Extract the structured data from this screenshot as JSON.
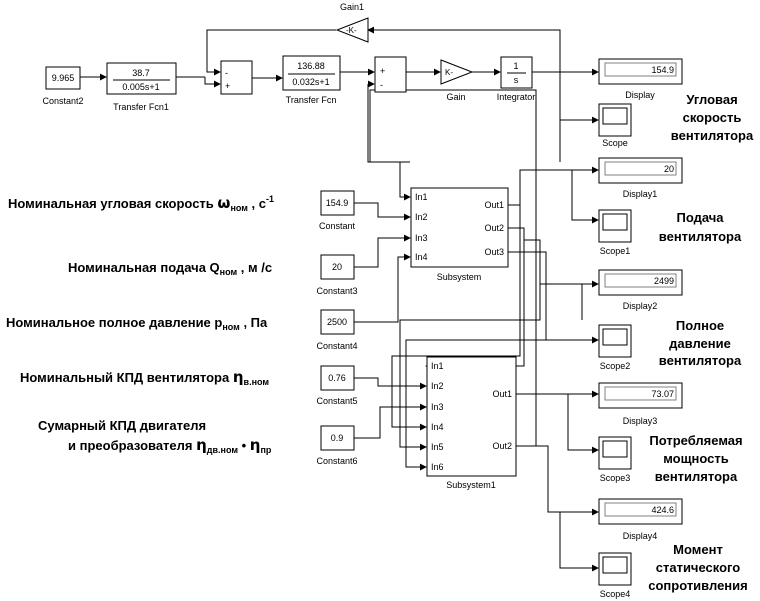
{
  "blocks": {
    "constant2": {
      "value": "9.965",
      "label": "Constant2"
    },
    "transfer_fcn1": {
      "num": "38.7",
      "den": "0.005s+1",
      "label": "Transfer Fcn1"
    },
    "sum1": {
      "sign_top": "-",
      "sign_bottom": "+"
    },
    "transfer_fcn": {
      "num": "136.88",
      "den": "0.032s+1",
      "label": "Transfer Fcn"
    },
    "sum2": {
      "sign_top": "+",
      "sign_bottom": "-"
    },
    "gain": {
      "value": "K-",
      "label": "Gain"
    },
    "gain1": {
      "value": "-K-",
      "label": "Gain1"
    },
    "integrator": {
      "num": "1",
      "den": "s",
      "label": "Integrator"
    },
    "display": {
      "value": "154.9",
      "label": "Display"
    },
    "scope": {
      "label": "Scope"
    },
    "display1": {
      "value": "20",
      "label": "Display1"
    },
    "scope1": {
      "label": "Scope1"
    },
    "display2": {
      "value": "2499",
      "label": "Display2"
    },
    "scope2": {
      "label": "Scope2"
    },
    "display3": {
      "value": "73.07",
      "label": "Display3"
    },
    "scope3": {
      "label": "Scope3"
    },
    "display4": {
      "value": "424.6",
      "label": "Display4"
    },
    "scope4": {
      "label": "Scope4"
    },
    "constant": {
      "value": "154.9",
      "label": "Constant"
    },
    "constant3": {
      "value": "20",
      "label": "Constant3"
    },
    "constant4": {
      "value": "2500",
      "label": "Constant4"
    },
    "constant5": {
      "value": "0.76",
      "label": "Constant5"
    },
    "constant6": {
      "value": "0.9",
      "label": "Constant6"
    },
    "subsystem": {
      "label": "Subsystem",
      "inputs": [
        "In1",
        "In2",
        "In3",
        "In4"
      ],
      "outputs": [
        "Out1",
        "Out2",
        "Out3"
      ]
    },
    "subsystem1": {
      "label": "Subsystem1",
      "inputs": [
        "In1",
        "In2",
        "In3",
        "In4",
        "In5",
        "In6"
      ],
      "outputs": [
        "Out1",
        "Out2"
      ]
    }
  },
  "annotations": {
    "angular_speed": [
      "Угловая",
      "скорость",
      "вентилятора"
    ],
    "flow": [
      "Подача",
      "вентилятора"
    ],
    "pressure": [
      "Полное",
      "давление",
      "вентилятора"
    ],
    "power": [
      "Потребляемая",
      "мощность",
      "вентилятора"
    ],
    "torque": [
      "Момент",
      "статического",
      "сопротивления"
    ]
  },
  "params": {
    "p1": {
      "text": "Номинальная угловая скорость ",
      "sym": "ω",
      "sub": "ном",
      "tail": " , с",
      "sup": "-1"
    },
    "p2": {
      "text": "Номинальная подача  Q",
      "sub": "ном",
      "tail": " , м /с"
    },
    "p3": {
      "text": "Номинальное полное давление  p",
      "sub": "ном",
      "tail": " , Па"
    },
    "p4": {
      "text": "Номинальный КПД вентилятора  ",
      "sym": "η",
      "sub": "в.ном"
    },
    "p5a": {
      "text": "Сумарный КПД двигателя"
    },
    "p5b": {
      "text": "и преобразователя ",
      "sym1": "η",
      "sub1": "дв.ном",
      "mid": " • ",
      "sym2": "η",
      "sub2": "пр"
    }
  }
}
